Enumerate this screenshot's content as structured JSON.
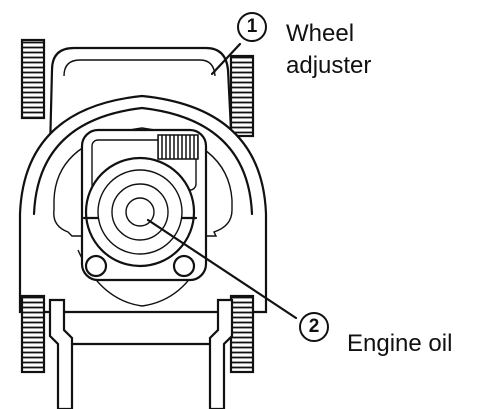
{
  "callouts": [
    {
      "number": "1",
      "label_line1": "Wheel",
      "label_line2": "adjuster"
    },
    {
      "number": "2",
      "label": "Engine oil"
    }
  ]
}
